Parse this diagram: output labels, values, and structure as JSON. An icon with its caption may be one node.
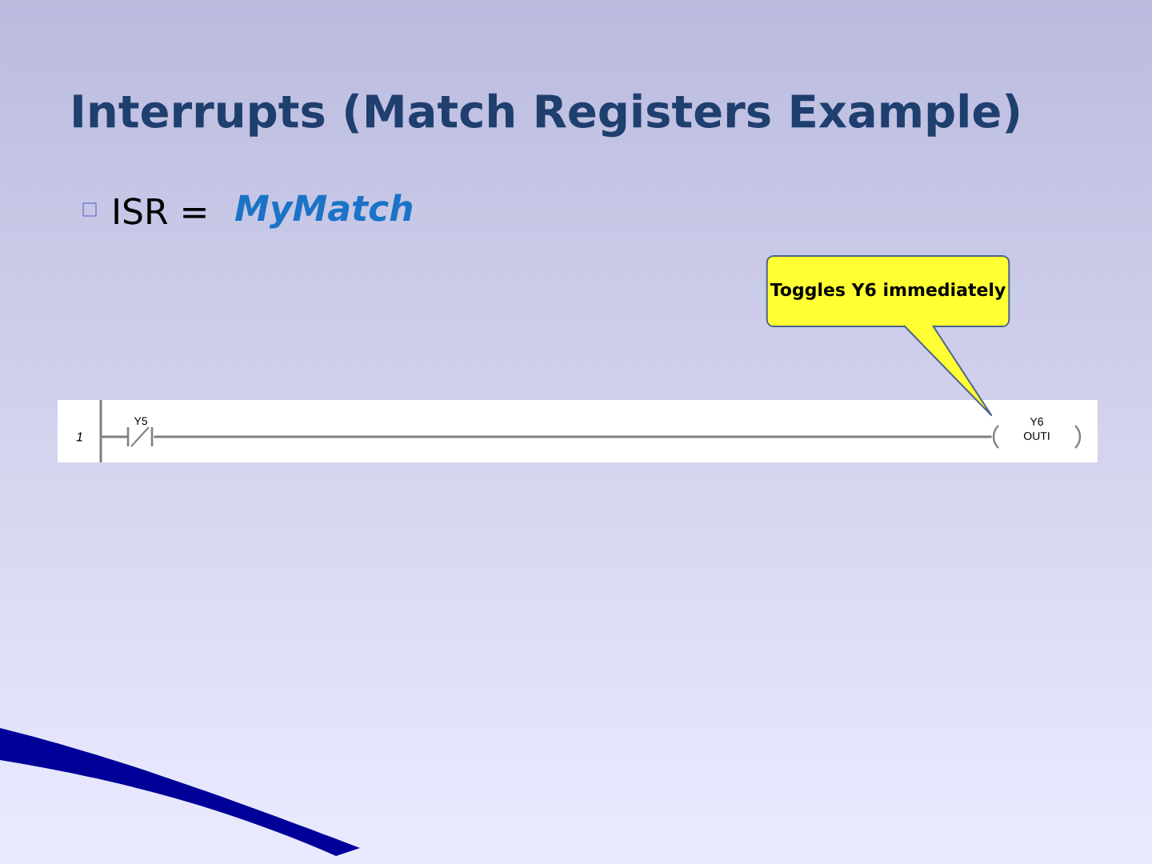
{
  "diagram": {
    "title": "Interrupts (Match Registers Example)",
    "nodes": [
      {
        "text": [
          "Toggles **Y6** immediately"
        ]
      },
      {
        "text": [
          "Y5"
        ]
      },
      {
        "text": [
          "Y6",
          "OUTI"
        ]
      }
    ],
    "edges": [
      {
        "from": 0,
        "to": 2,
        "arrow": "none"
      },
      {
        "from": 1,
        "to": 2,
        "arrow": "none"
      }
    ],
    "labels": [
      "ISR =",
      "MyMatch",
      "1"
    ]
  }
}
